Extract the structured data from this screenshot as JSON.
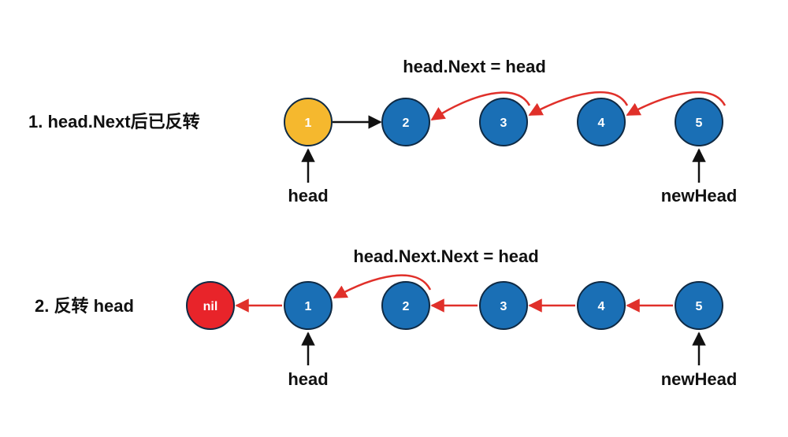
{
  "colors": {
    "node_blue": "#1A6FB5",
    "node_orange": "#F5B82E",
    "node_red": "#E8242A",
    "node_stroke": "#0F2A44",
    "arrow_red": "#E0302A",
    "arrow_black": "#111111"
  },
  "step1": {
    "title": "1. head.Next后已反转",
    "operation": "head.Next = head",
    "nodes": [
      "1",
      "2",
      "3",
      "4",
      "5"
    ],
    "head_label": "head",
    "newhead_label": "newHead"
  },
  "step2": {
    "title": "2. 反转 head",
    "operation": "head.Next.Next = head",
    "nodes": [
      "nil",
      "1",
      "2",
      "3",
      "4",
      "5"
    ],
    "head_label": "head",
    "newhead_label": "newHead"
  }
}
